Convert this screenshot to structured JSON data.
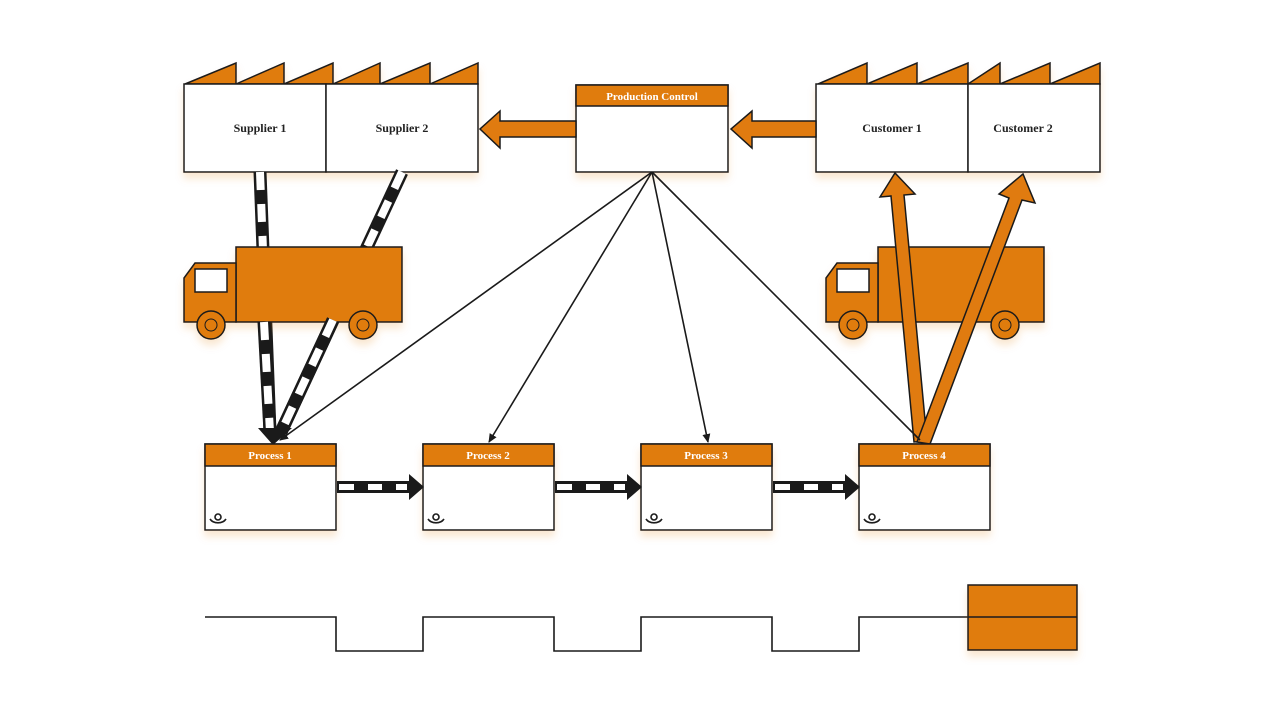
{
  "suppliers": [
    {
      "label": "Supplier 1"
    },
    {
      "label": "Supplier 2"
    }
  ],
  "customers": [
    {
      "label": "Customer 1"
    },
    {
      "label": "Customer 2"
    }
  ],
  "production_control": {
    "label": "Production Control"
  },
  "processes": [
    {
      "label": "Process 1"
    },
    {
      "label": "Process 2"
    },
    {
      "label": "Process 3"
    },
    {
      "label": "Process 4"
    }
  ],
  "colors": {
    "accent": "#e07b10",
    "outline": "#1a1a1a",
    "background": "#ffffff"
  }
}
